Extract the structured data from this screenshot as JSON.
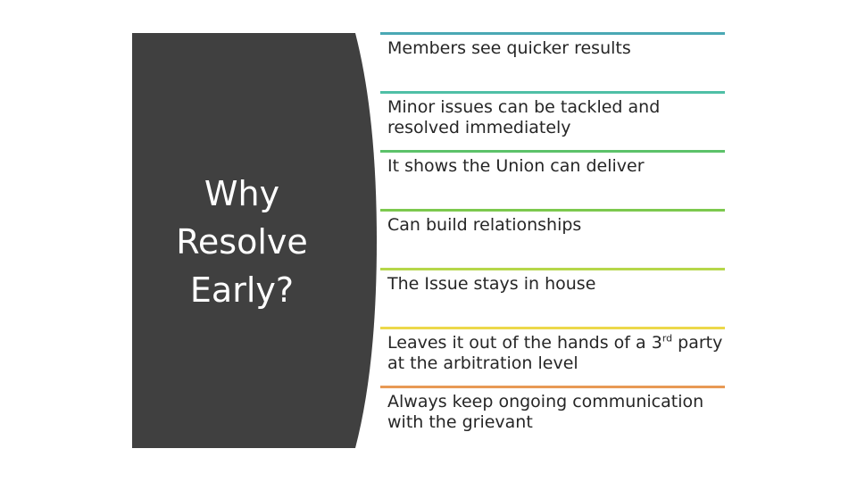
{
  "title": [
    "Why",
    "Resolve",
    "Early?"
  ],
  "items": [
    {
      "text": "Members see quicker results",
      "color": "#4aa8b4"
    },
    {
      "text": "Minor issues can be tackled and resolved immediately",
      "color": "#4fbfa6"
    },
    {
      "text": "It shows the Union can deliver",
      "color": "#5cc26a"
    },
    {
      "text": "Can build relationships",
      "color": "#7cc94e"
    },
    {
      "text": "The Issue stays in house",
      "color": "#b6d74a"
    },
    {
      "text_before": "Leaves it out of the hands of a 3",
      "sup": "rd",
      "text_after": " party at the arbitration level",
      "color": "#ecd84a"
    },
    {
      "text": "Always keep ongoing communication with the grievant",
      "color": "#e89a55"
    }
  ],
  "colors": {
    "panel": "#404040",
    "text": "#262626"
  }
}
